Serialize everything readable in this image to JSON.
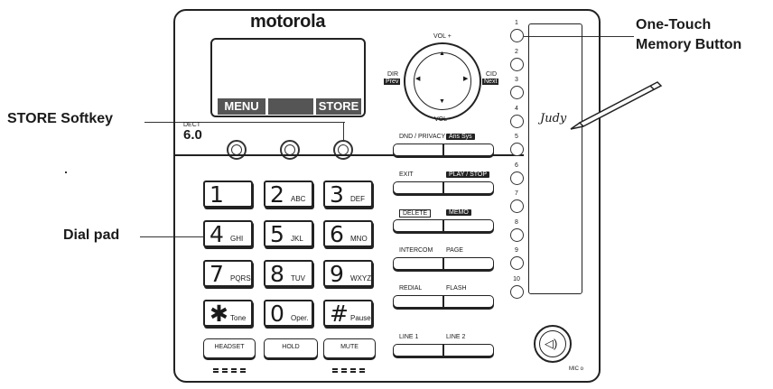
{
  "phone": {
    "brand": "motorola",
    "model_prefix": "DECT",
    "model_number": "6.0",
    "softkeys": [
      "MENU",
      "",
      "STORE"
    ],
    "nav": {
      "up": "VOL +",
      "down": "VOL -",
      "left_top": "DIR",
      "left_bottom": "Prev",
      "right_top": "CID",
      "right_bottom": "Next"
    },
    "keypad": [
      {
        "digit": "1",
        "sub": ""
      },
      {
        "digit": "2",
        "sub": "ABC"
      },
      {
        "digit": "3",
        "sub": "DEF"
      },
      {
        "digit": "4",
        "sub": "GHI"
      },
      {
        "digit": "5",
        "sub": "JKL"
      },
      {
        "digit": "6",
        "sub": "MNO"
      },
      {
        "digit": "7",
        "sub": "PQRS"
      },
      {
        "digit": "8",
        "sub": "TUV"
      },
      {
        "digit": "9",
        "sub": "WXYZ"
      },
      {
        "digit": "✱",
        "sub": "Tone"
      },
      {
        "digit": "0",
        "sub": "Oper."
      },
      {
        "digit": "#",
        "sub": "Pause"
      }
    ],
    "bottom_keys": [
      "HEADSET",
      "HOLD",
      "MUTE"
    ],
    "function_rows": [
      {
        "left": "DND / PRIVACY",
        "right": "Ans Sys"
      },
      {
        "left": "EXIT",
        "right": "PLAY / STOP"
      },
      {
        "left": "DELETE",
        "right": "MEMO"
      },
      {
        "left": "INTERCOM",
        "right": "PAGE"
      },
      {
        "left": "REDIAL",
        "right": "FLASH"
      },
      {
        "left": "LINE 1",
        "right": "LINE 2"
      }
    ],
    "memory_numbers": [
      "1",
      "2",
      "3",
      "4",
      "5",
      "6",
      "7",
      "8",
      "9",
      "10"
    ],
    "card_name": "Judy",
    "mic_label": "MIC o"
  },
  "annotations": {
    "store_softkey": "STORE Softkey",
    "dial_pad": "Dial pad",
    "one_touch_line1": "One-Touch",
    "one_touch_line2": "Memory Button"
  },
  "colors": {
    "line": "#222222",
    "softkey_bg": "#555555"
  }
}
